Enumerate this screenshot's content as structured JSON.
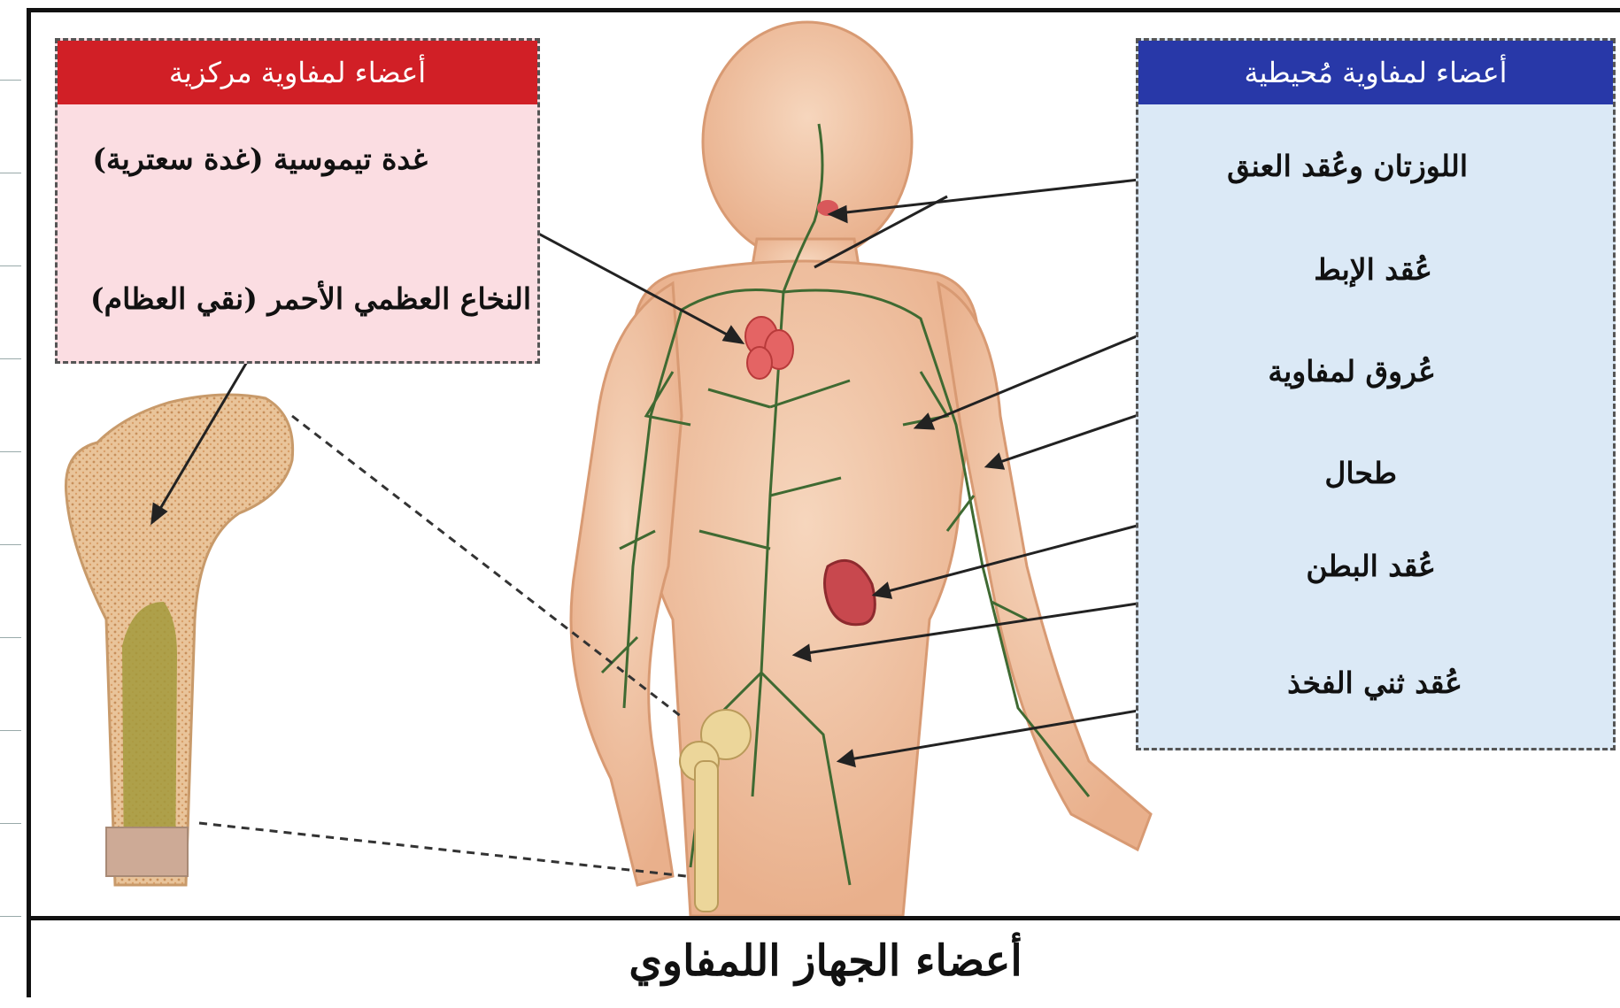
{
  "central_panel": {
    "title": "أعضاء لمفاوية مركزية",
    "items": [
      "غدة تيموسية (غدة سعترية)",
      "النخاع العظمي الأحمر (نقي العظام)"
    ]
  },
  "peripheral_panel": {
    "title": "أعضاء لمفاوية مُحيطية",
    "items": [
      "اللوزتان وعُقد العنق",
      "عُقد الإبط",
      "عُروق لمفاوية",
      "طحال",
      "عُقد البطن",
      "عُقد ثني الفخذ"
    ]
  },
  "caption": "أعضاء الجهاز اللمفاوي",
  "colors": {
    "central_header": "#d11f26",
    "peripheral_header": "#2838a8",
    "central_bg": "#fbdde2",
    "peripheral_bg": "#dbe9f6",
    "lymph_vessels": "#3f6a32",
    "skin": "#f1c7a6"
  }
}
